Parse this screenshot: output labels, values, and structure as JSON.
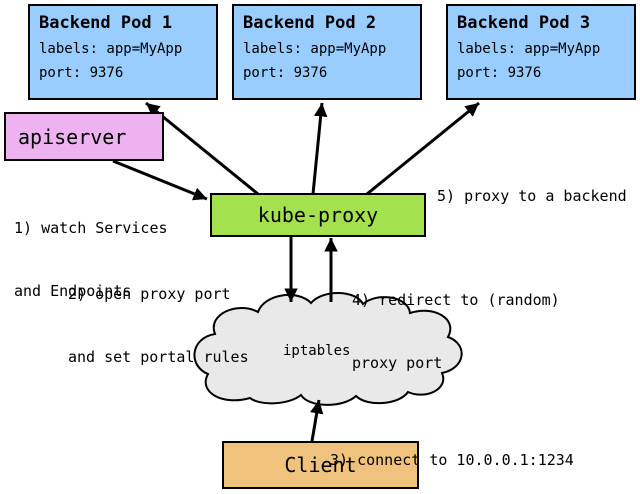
{
  "pods": [
    {
      "title": "Backend Pod 1",
      "labels_line": "labels: app=MyApp",
      "port_line": "port: 9376"
    },
    {
      "title": "Backend Pod 2",
      "labels_line": "labels: app=MyApp",
      "port_line": "port: 9376"
    },
    {
      "title": "Backend Pod 3",
      "labels_line": "labels: app=MyApp",
      "port_line": "port: 9376"
    }
  ],
  "nodes": {
    "apiserver_label": "apiserver",
    "kube_proxy_label": "kube-proxy",
    "iptables_label": "iptables",
    "client_label": "Client"
  },
  "annotations": {
    "step1_line1": "1) watch Services",
    "step1_line2": "and Endpoints",
    "step2_line1": "2) open proxy port",
    "step2_line2": "and set portal rules",
    "step3": "3) connect to 10.0.0.1:1234",
    "step4_line1": "4) redirect to (random)",
    "step4_line2": "proxy port",
    "step5": "5) proxy to a backend"
  },
  "colors": {
    "pod_fill": "#99ccff",
    "apiserver_fill": "#eeb2f0",
    "kube_proxy_fill": "#a4e14f",
    "client_fill": "#efc27d",
    "cloud_fill": "#e9e9e9",
    "outline": "#000000"
  }
}
